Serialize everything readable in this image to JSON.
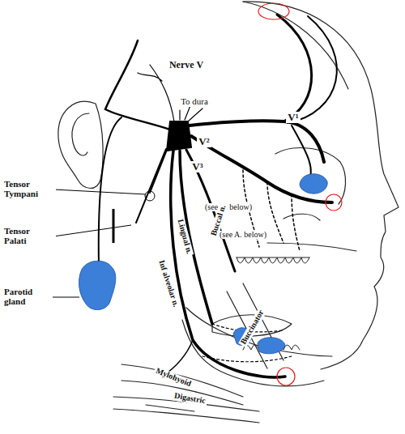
{
  "diagram": {
    "title": "Nerve V",
    "labels": [
      "To dura",
      "V¹",
      "V²",
      "V³",
      "Tensor Tympani",
      "Tensor Palati",
      "Parotid gland",
      "(see B. below)",
      "(see A. below)",
      "Buccal n.",
      "Lingual n.",
      "Inf alveolar n.",
      "Buccinator",
      "Mylohyoid",
      "Digastric"
    ]
  }
}
